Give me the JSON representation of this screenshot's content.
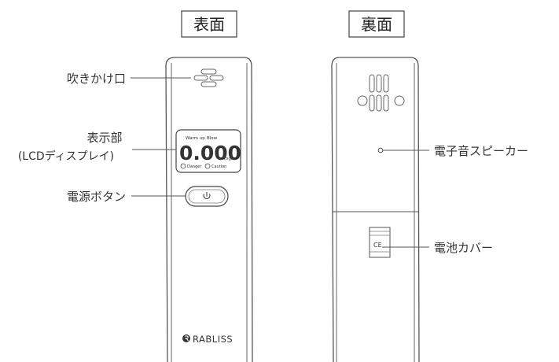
{
  "headings": {
    "front": "表面",
    "back": "裏面"
  },
  "front_labels": {
    "mouthpiece": "吹きかけ口",
    "display_line1": "表示部",
    "display_line2": "(LCDディスプレイ)",
    "power_button": "電源ボタン"
  },
  "back_labels": {
    "speaker": "電子音スピーカー",
    "battery_cover": "電池カバー"
  },
  "lcd": {
    "warm_up": "Warm up",
    "blow": "Blow",
    "reading": "0.000",
    "unit": "mg/L",
    "danger": "Danger",
    "caution": "Caution"
  },
  "power_icon": "power-icon",
  "brand": {
    "name": "RABLISS",
    "logo_icon": "rabliss-logo-icon"
  },
  "ce_mark": "CE"
}
